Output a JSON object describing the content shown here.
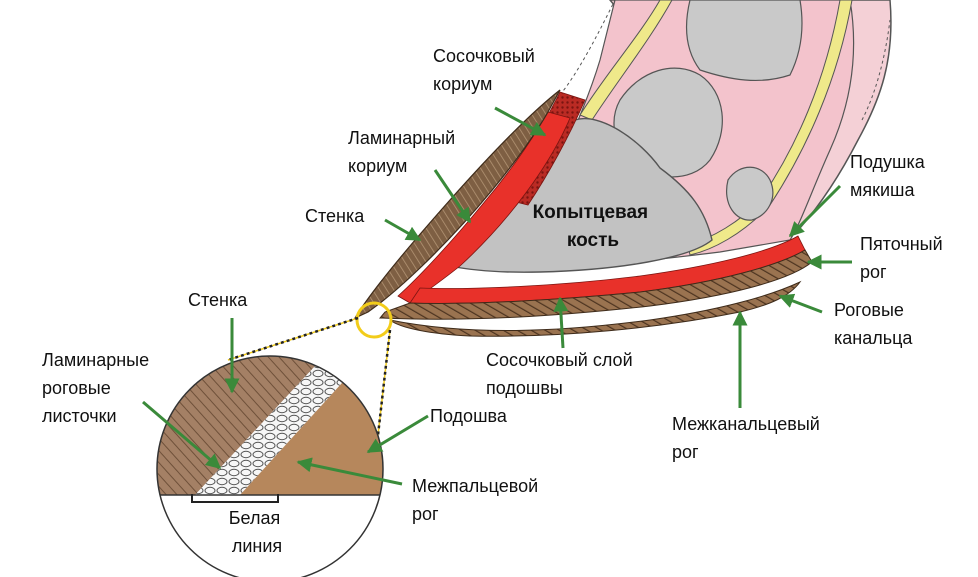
{
  "colors": {
    "arrow": "#3a8a3a",
    "corium": "#e8312a",
    "wall": "#8a6a4a",
    "bone": "#c9c9c9",
    "soft_tissue": "#f3c3cc",
    "cartilage": "#efe98a",
    "highlight": "#f2cc1a"
  },
  "labels": {
    "papillary_corium": [
      "Сосочковый",
      "кориум"
    ],
    "laminar_corium": [
      "Ламинарный",
      "кориум"
    ],
    "wall_main": [
      "Стенка"
    ],
    "coffin_bone": [
      "Копытцевая",
      "кость"
    ],
    "digital_cushion": [
      "Подушка",
      "мякиша"
    ],
    "heel_horn": [
      "Пяточный",
      "рог"
    ],
    "horn_tubules": [
      "Роговые",
      "канальца"
    ],
    "sole_papillary_layer": [
      "Сосочковый слой",
      "подошвы"
    ],
    "intertubular_horn": [
      "Межканальцевый",
      "рог"
    ],
    "wall_detail": [
      "Стенка"
    ],
    "laminar_horn_leaves": [
      "Ламинарные",
      "роговые",
      "листочки"
    ],
    "sole": [
      "Подошва"
    ],
    "interdigital_horn": [
      "Межпальцевой",
      "рог"
    ],
    "white_line": [
      "Белая",
      "линия"
    ]
  }
}
